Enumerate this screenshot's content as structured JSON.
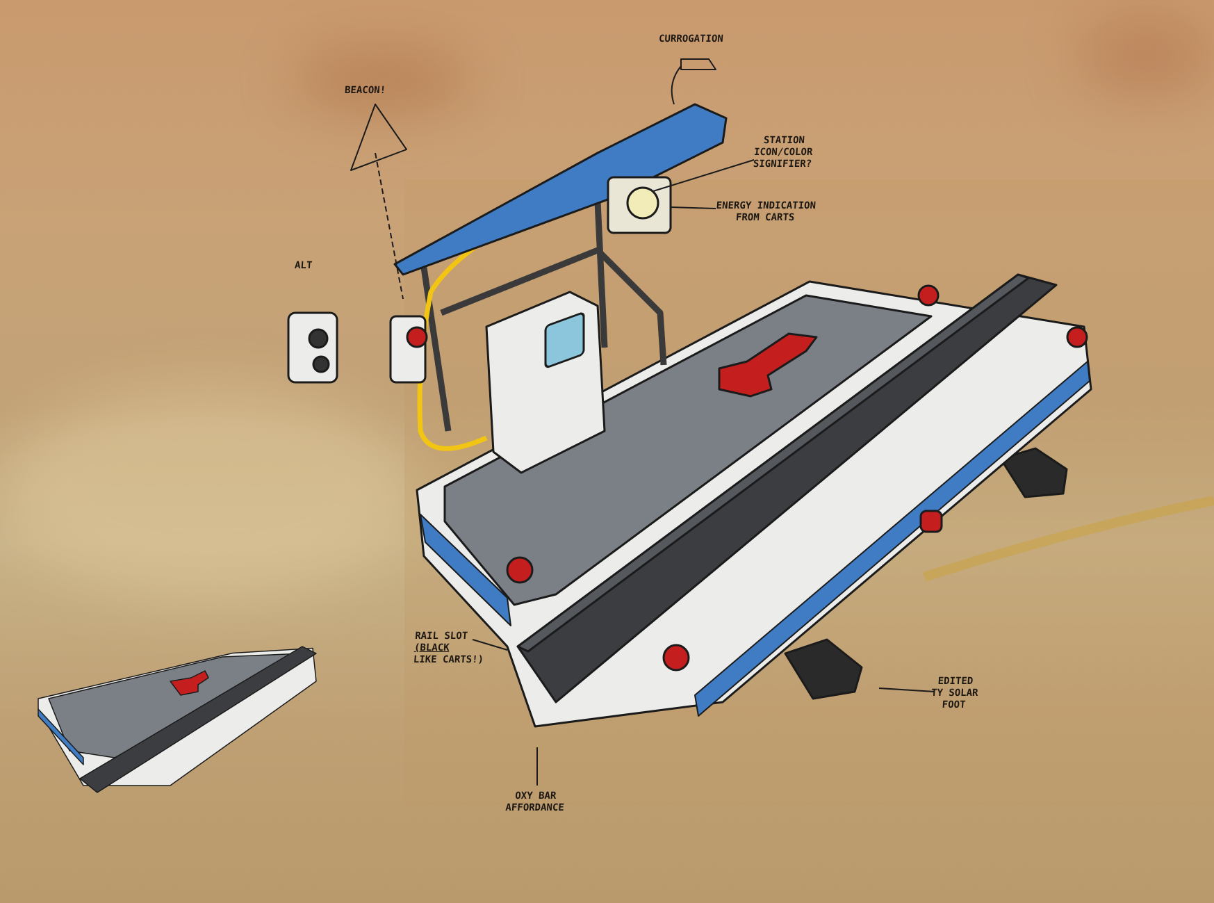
{
  "annotations": {
    "currogation": "CURROGATION",
    "beacon": "BEACON!",
    "alt": "ALT",
    "station": [
      "STATION",
      "ICON/COLOR",
      "SIGNIFIER?"
    ],
    "energy": [
      "ENERGY INDICATION",
      "FROM CARTS"
    ],
    "rail_slot": [
      "RAIL SLOT",
      "(BLACK",
      "LIKE CARTS!)"
    ],
    "oxy_bar": [
      "OXY BAR",
      "AFFORDANCE"
    ],
    "solar_foot": [
      "EDITED",
      "TY SOLAR",
      "FOOT"
    ]
  },
  "colors": {
    "background": "#c8a77a",
    "canopy_blue": "#3f7cc4",
    "platform_white": "#ececea",
    "deck_grey": "#7b8087",
    "rail_black": "#3b3d40",
    "handle_red": "#c41e1e",
    "cable_yellow": "#f2c414"
  }
}
